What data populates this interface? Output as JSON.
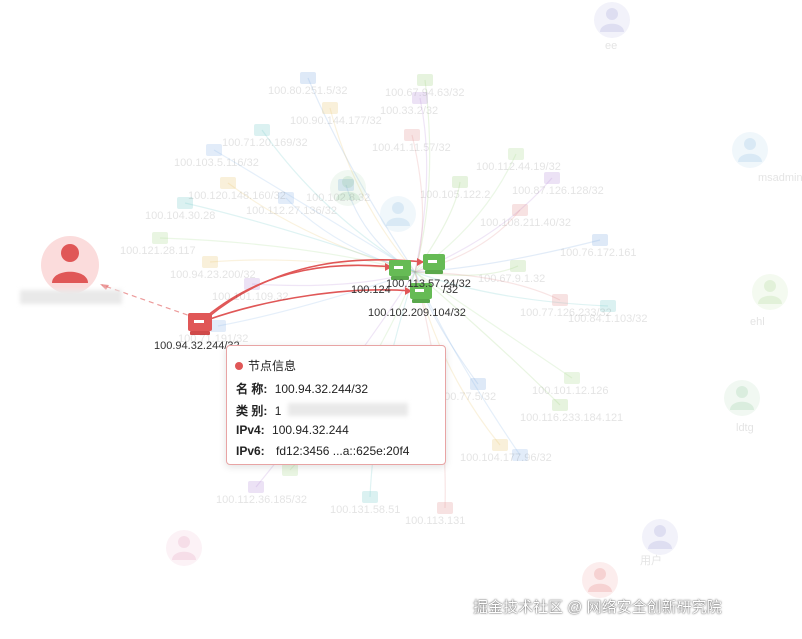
{
  "central_nodes": [
    {
      "label": "100.124",
      "label_suffix": "/32"
    },
    {
      "label": "100.113.57.24/32"
    },
    {
      "label": "100.102.209.104/32"
    }
  ],
  "selected_node": {
    "label": "100.94.32.244/32"
  },
  "faint_user_labels": [
    "ee",
    "msadmin",
    "ehl",
    "ldtg",
    "用户"
  ],
  "faint_node_labels": [
    "100.80.251.5/32",
    "100.67.94.63/32",
    "100.90.144.177/32",
    "100.33.2/32",
    "100.71.20.169/32",
    "100.41.11.57/32",
    "100.103.5.116/32",
    "100.112.44.19/32",
    "100.102.8.32",
    "100.105.122.2",
    "100.120.148.160/32",
    "100.87.126.128/32",
    "100.104.30.28",
    "100.108.211.40/32",
    "100.112.27.136/32",
    "100.121.28.117",
    "100.76.172.161",
    "100.67.9.1.32",
    "100.94.23.200/32",
    "100.101.109.32",
    "100.84.1.103/32",
    "100.77.126.233/32",
    "100.71.191/32",
    "100.101.12.126",
    "100.77.5/32",
    "100.116.233.184.121",
    "100.104.177.96/32",
    "100.112.36.185/32",
    "100.131.58.51",
    "100.113.131"
  ],
  "tooltip": {
    "title": "节点信息",
    "rows": [
      {
        "key": "名 称:",
        "value": "100.94.32.244/32"
      },
      {
        "key": "类 别:",
        "value": "1"
      },
      {
        "key": "IPv4:",
        "value": "100.94.32.244"
      },
      {
        "key": "IPv6:",
        "value": "fd12:3456 ...a::625e:20f4"
      }
    ]
  },
  "watermark": "掘金技术社区 @ 网络安全创新研究院",
  "colors": {
    "selected": "#e05757",
    "device": "#66bb55",
    "edge": "#e05757"
  }
}
